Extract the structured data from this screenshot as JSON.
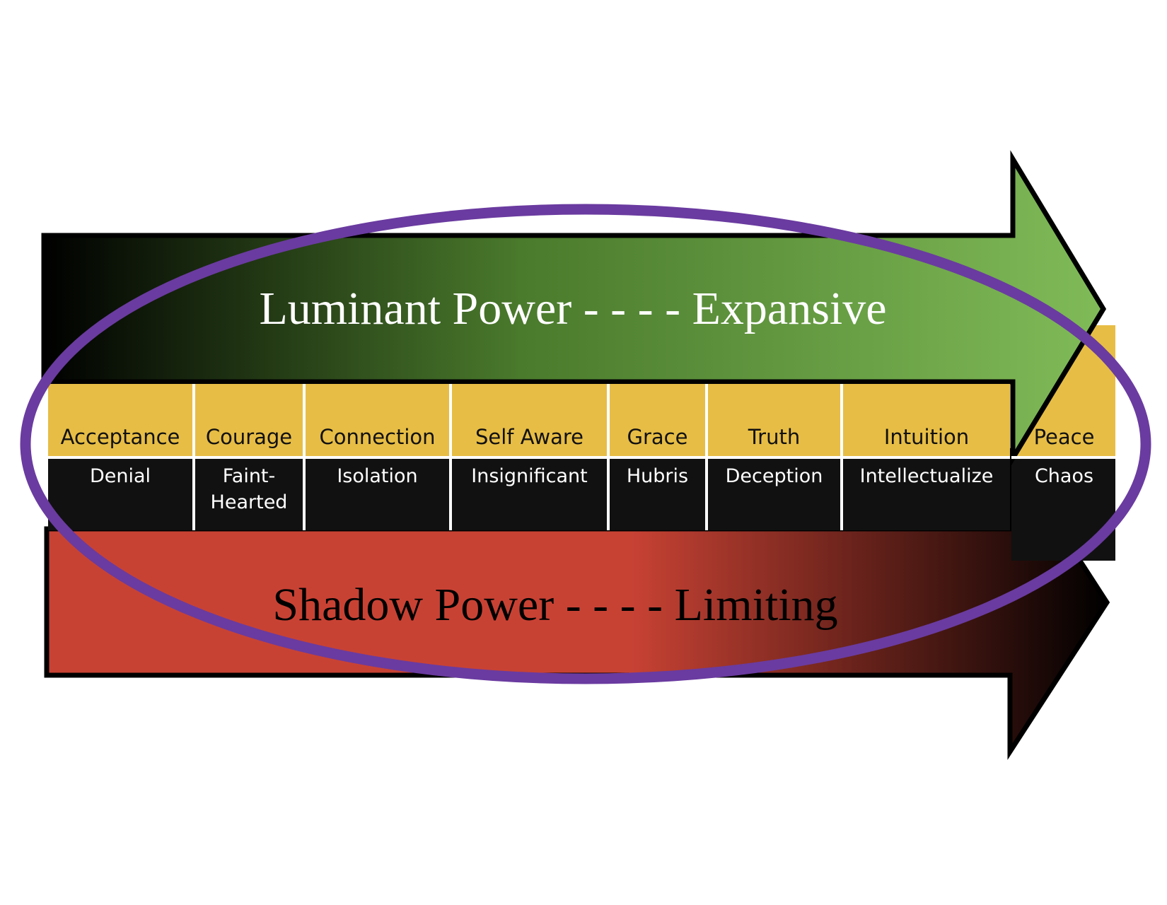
{
  "diagram": {
    "luminant_title": "Luminant Power - - - - Expansive",
    "shadow_title": "Shadow Power - - - - Limiting",
    "pairs": [
      {
        "positive": "Acceptance",
        "negative": "Denial"
      },
      {
        "positive": "Courage",
        "negative": "Faint-\nHearted"
      },
      {
        "positive": "Connection",
        "negative": "Isolation"
      },
      {
        "positive": "Self Aware",
        "negative": "Insignificant"
      },
      {
        "positive": "Grace",
        "negative": "Hubris"
      },
      {
        "positive": "Truth",
        "negative": "Deception"
      },
      {
        "positive": "Intuition",
        "negative": "Intellectualize"
      },
      {
        "positive": "Peace",
        "negative": "Chaos"
      }
    ],
    "colors": {
      "green_light": "#80bb58",
      "green_dark": "#000000",
      "red_light": "#c84234",
      "red_dark": "#000000",
      "gold": "#e7bd45",
      "cell_black": "#111111",
      "ellipse": "#6a3ba0"
    }
  }
}
